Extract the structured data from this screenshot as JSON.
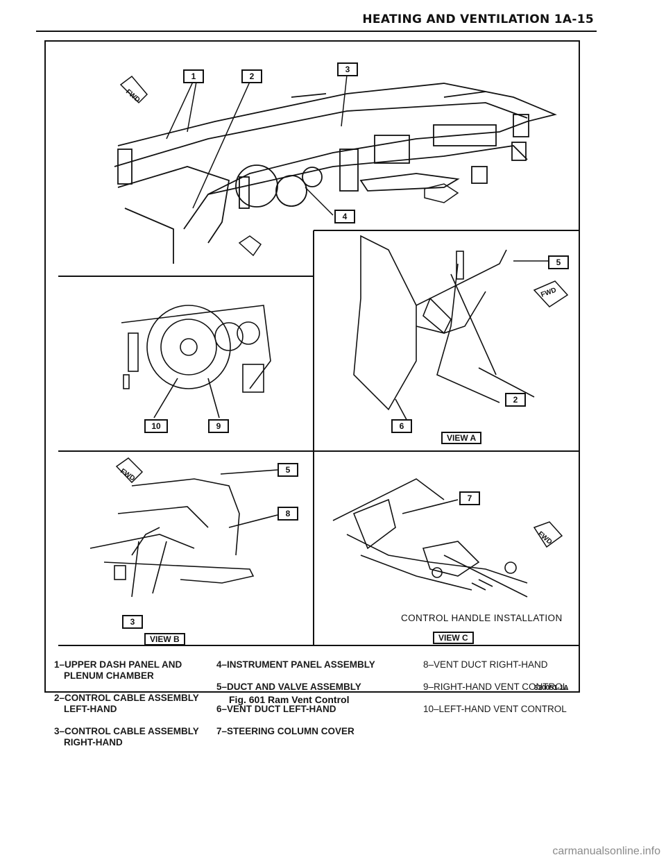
{
  "header": "HEATING AND VENTILATION 1A-15",
  "callouts": [
    "1",
    "2",
    "3",
    "4",
    "5",
    "6",
    "7",
    "8",
    "9",
    "10"
  ],
  "views": {
    "a": "VIEW A",
    "b": "VIEW B",
    "c": "VIEW C"
  },
  "control_handle_title": "CONTROL HANDLE INSTALLATION",
  "legend": {
    "col1": [
      "1–UPPER DASH PANEL AND",
      "PLENUM CHAMBER",
      "",
      "2–CONTROL CABLE ASSEMBLY",
      "LEFT-HAND",
      "",
      "3–CONTROL CABLE ASSEMBLY",
      "RIGHT-HAND"
    ],
    "col2": [
      "4–INSTRUMENT PANEL ASSEMBLY",
      "",
      "5–DUCT AND VALVE ASSEMBLY",
      "",
      "6–VENT DUCT LEFT-HAND",
      "",
      "7–STEERING COLUMN COVER"
    ],
    "col3": [
      "8–VENT DUCT RIGHT-HAND",
      "",
      "9–RIGHT-HAND VENT CONTROL",
      "",
      "10–LEFT-HAND VENT CONTROL"
    ]
  },
  "figure_ref": "520051-1A",
  "caption": "Fig. 601 Ram Vent Control",
  "fwd_label": "FWD",
  "watermark": "carmanualsonline.info"
}
